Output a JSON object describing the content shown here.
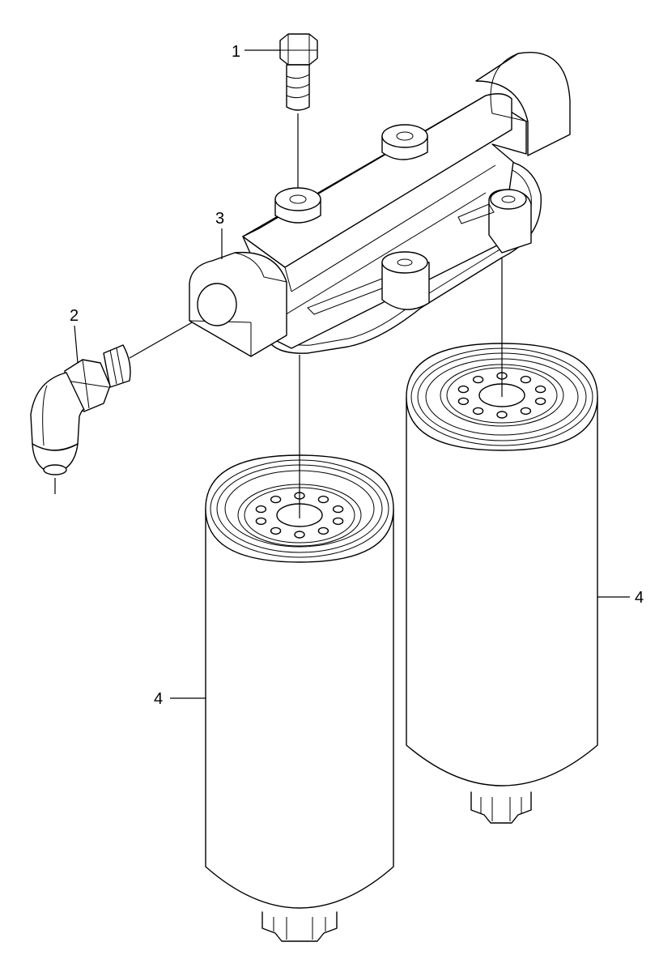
{
  "diagram": {
    "callouts": {
      "bolt": "1",
      "elbow_fitting": "2",
      "filter_head": "3",
      "filter_left": "4",
      "filter_right": "4"
    },
    "filter_holes_per_ring": 10
  }
}
